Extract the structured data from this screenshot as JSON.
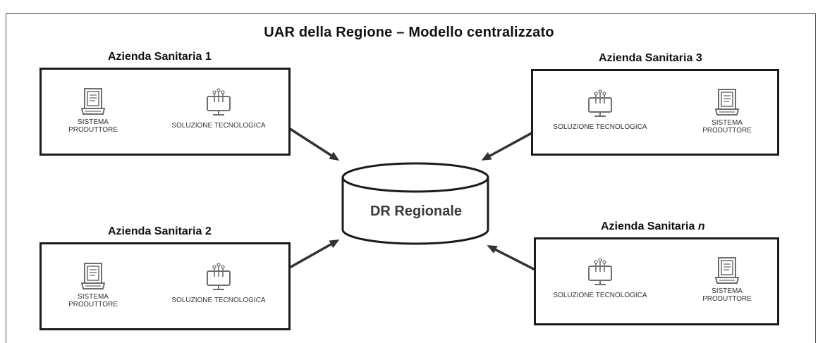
{
  "title": "UAR della Regione – Modello centralizzato",
  "repository": {
    "label": "DR Regionale"
  },
  "aziende": [
    {
      "name": "Azienda Sanitaria 1",
      "suffix": ""
    },
    {
      "name": "Azienda Sanitaria 2",
      "suffix": ""
    },
    {
      "name": "Azienda Sanitaria 3",
      "suffix": ""
    },
    {
      "name": "Azienda Sanitaria ",
      "suffix": "n"
    }
  ],
  "nodes": {
    "sistema_line1": "SISTEMA",
    "sistema_line2": "PRODUTTORE",
    "soluzione": "SOLUZIONE TECNOLOGICA"
  },
  "icons": {
    "sistema": "computer-document-icon",
    "soluzione": "monitor-network-icon"
  },
  "colors": {
    "box_border": "#1b1b1b",
    "arrow": "#333333",
    "icon": "#6e6e6e",
    "db_fill": "#ffffff"
  }
}
